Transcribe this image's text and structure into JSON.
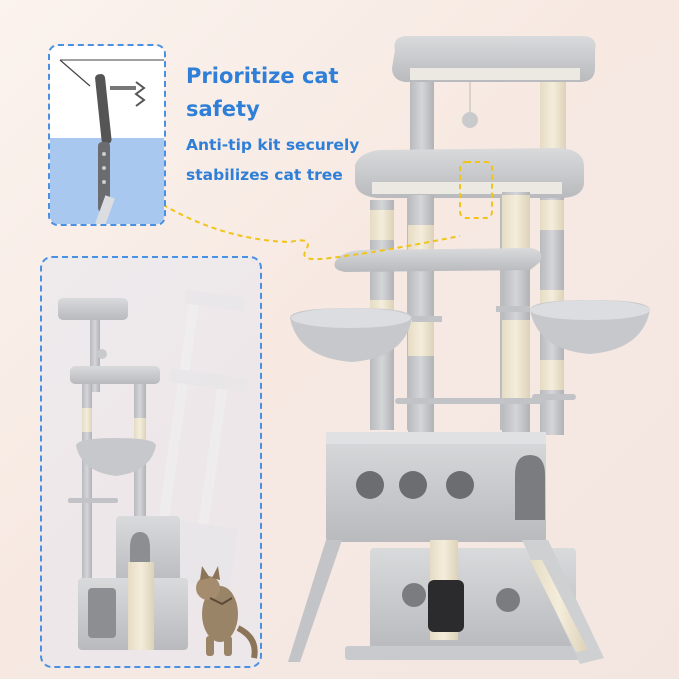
{
  "headline": "Prioritize cat safety",
  "subline": "Anti-tip kit securely stabilizes cat tree",
  "colors": {
    "accent": "#2f7fd8",
    "callout_border": "#4a90e2",
    "leader_line": "#f0c419",
    "plush": "#cfd0d2",
    "sisal": "#efe6cf"
  },
  "icons": [
    "anti-tip-kit-illustration",
    "cat-tree-product",
    "cat-photo",
    "tipping-tree-illustration"
  ]
}
